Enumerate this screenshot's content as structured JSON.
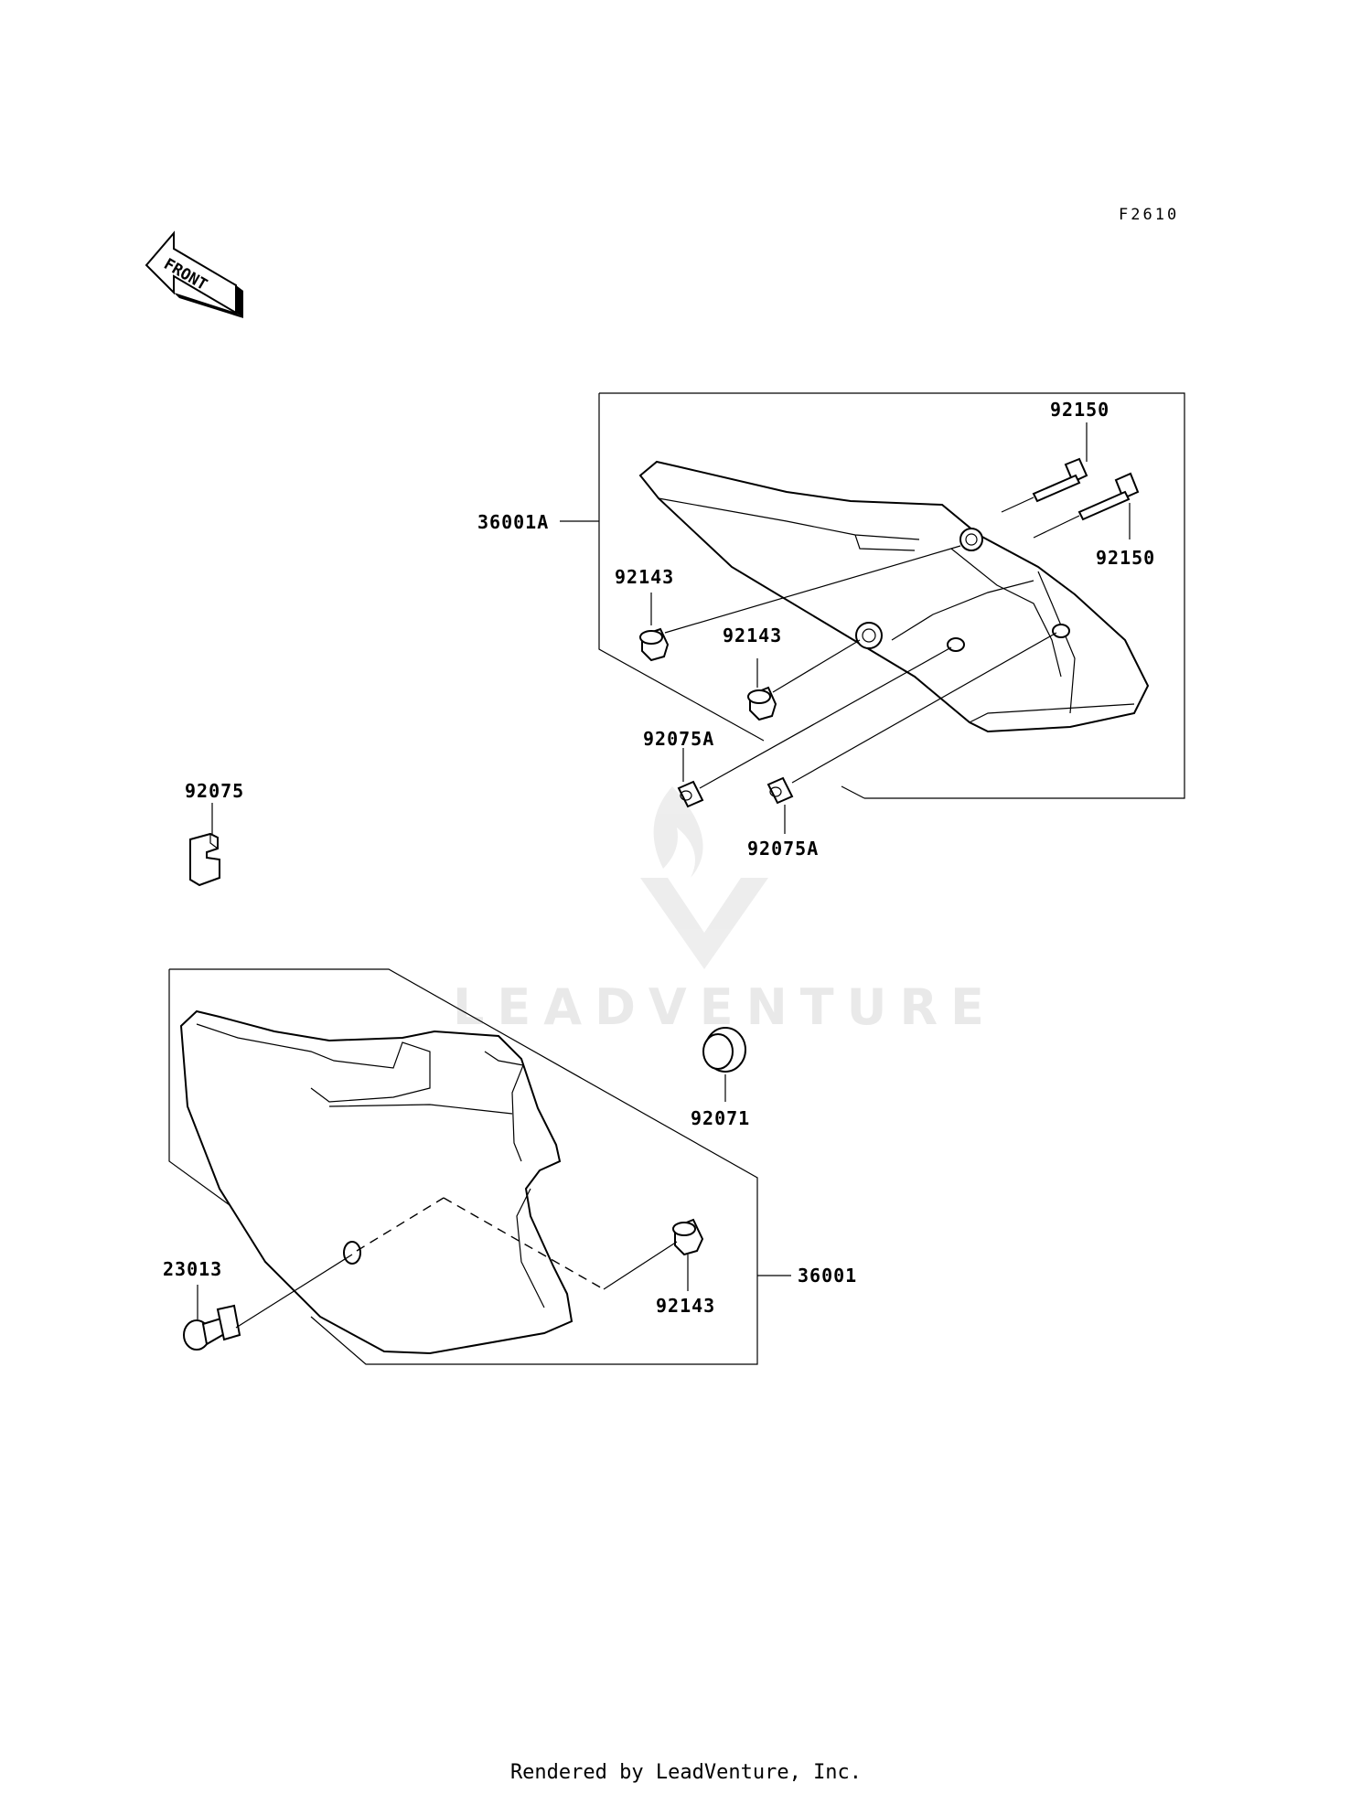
{
  "diagram_code": "F2610",
  "front_label": "FRONT",
  "watermark": "LEADVENTURE",
  "footer": "Rendered by LeadVenture, Inc.",
  "callouts": {
    "c92150_a": "92150",
    "c92150_b": "92150",
    "c36001A": "36001A",
    "c92143_a": "92143",
    "c92143_b": "92143",
    "c92075A_a": "92075A",
    "c92075A_b": "92075A",
    "c92075": "92075",
    "c92071": "92071",
    "c23013": "23013",
    "c36001": "36001",
    "c92143_c": "92143"
  }
}
